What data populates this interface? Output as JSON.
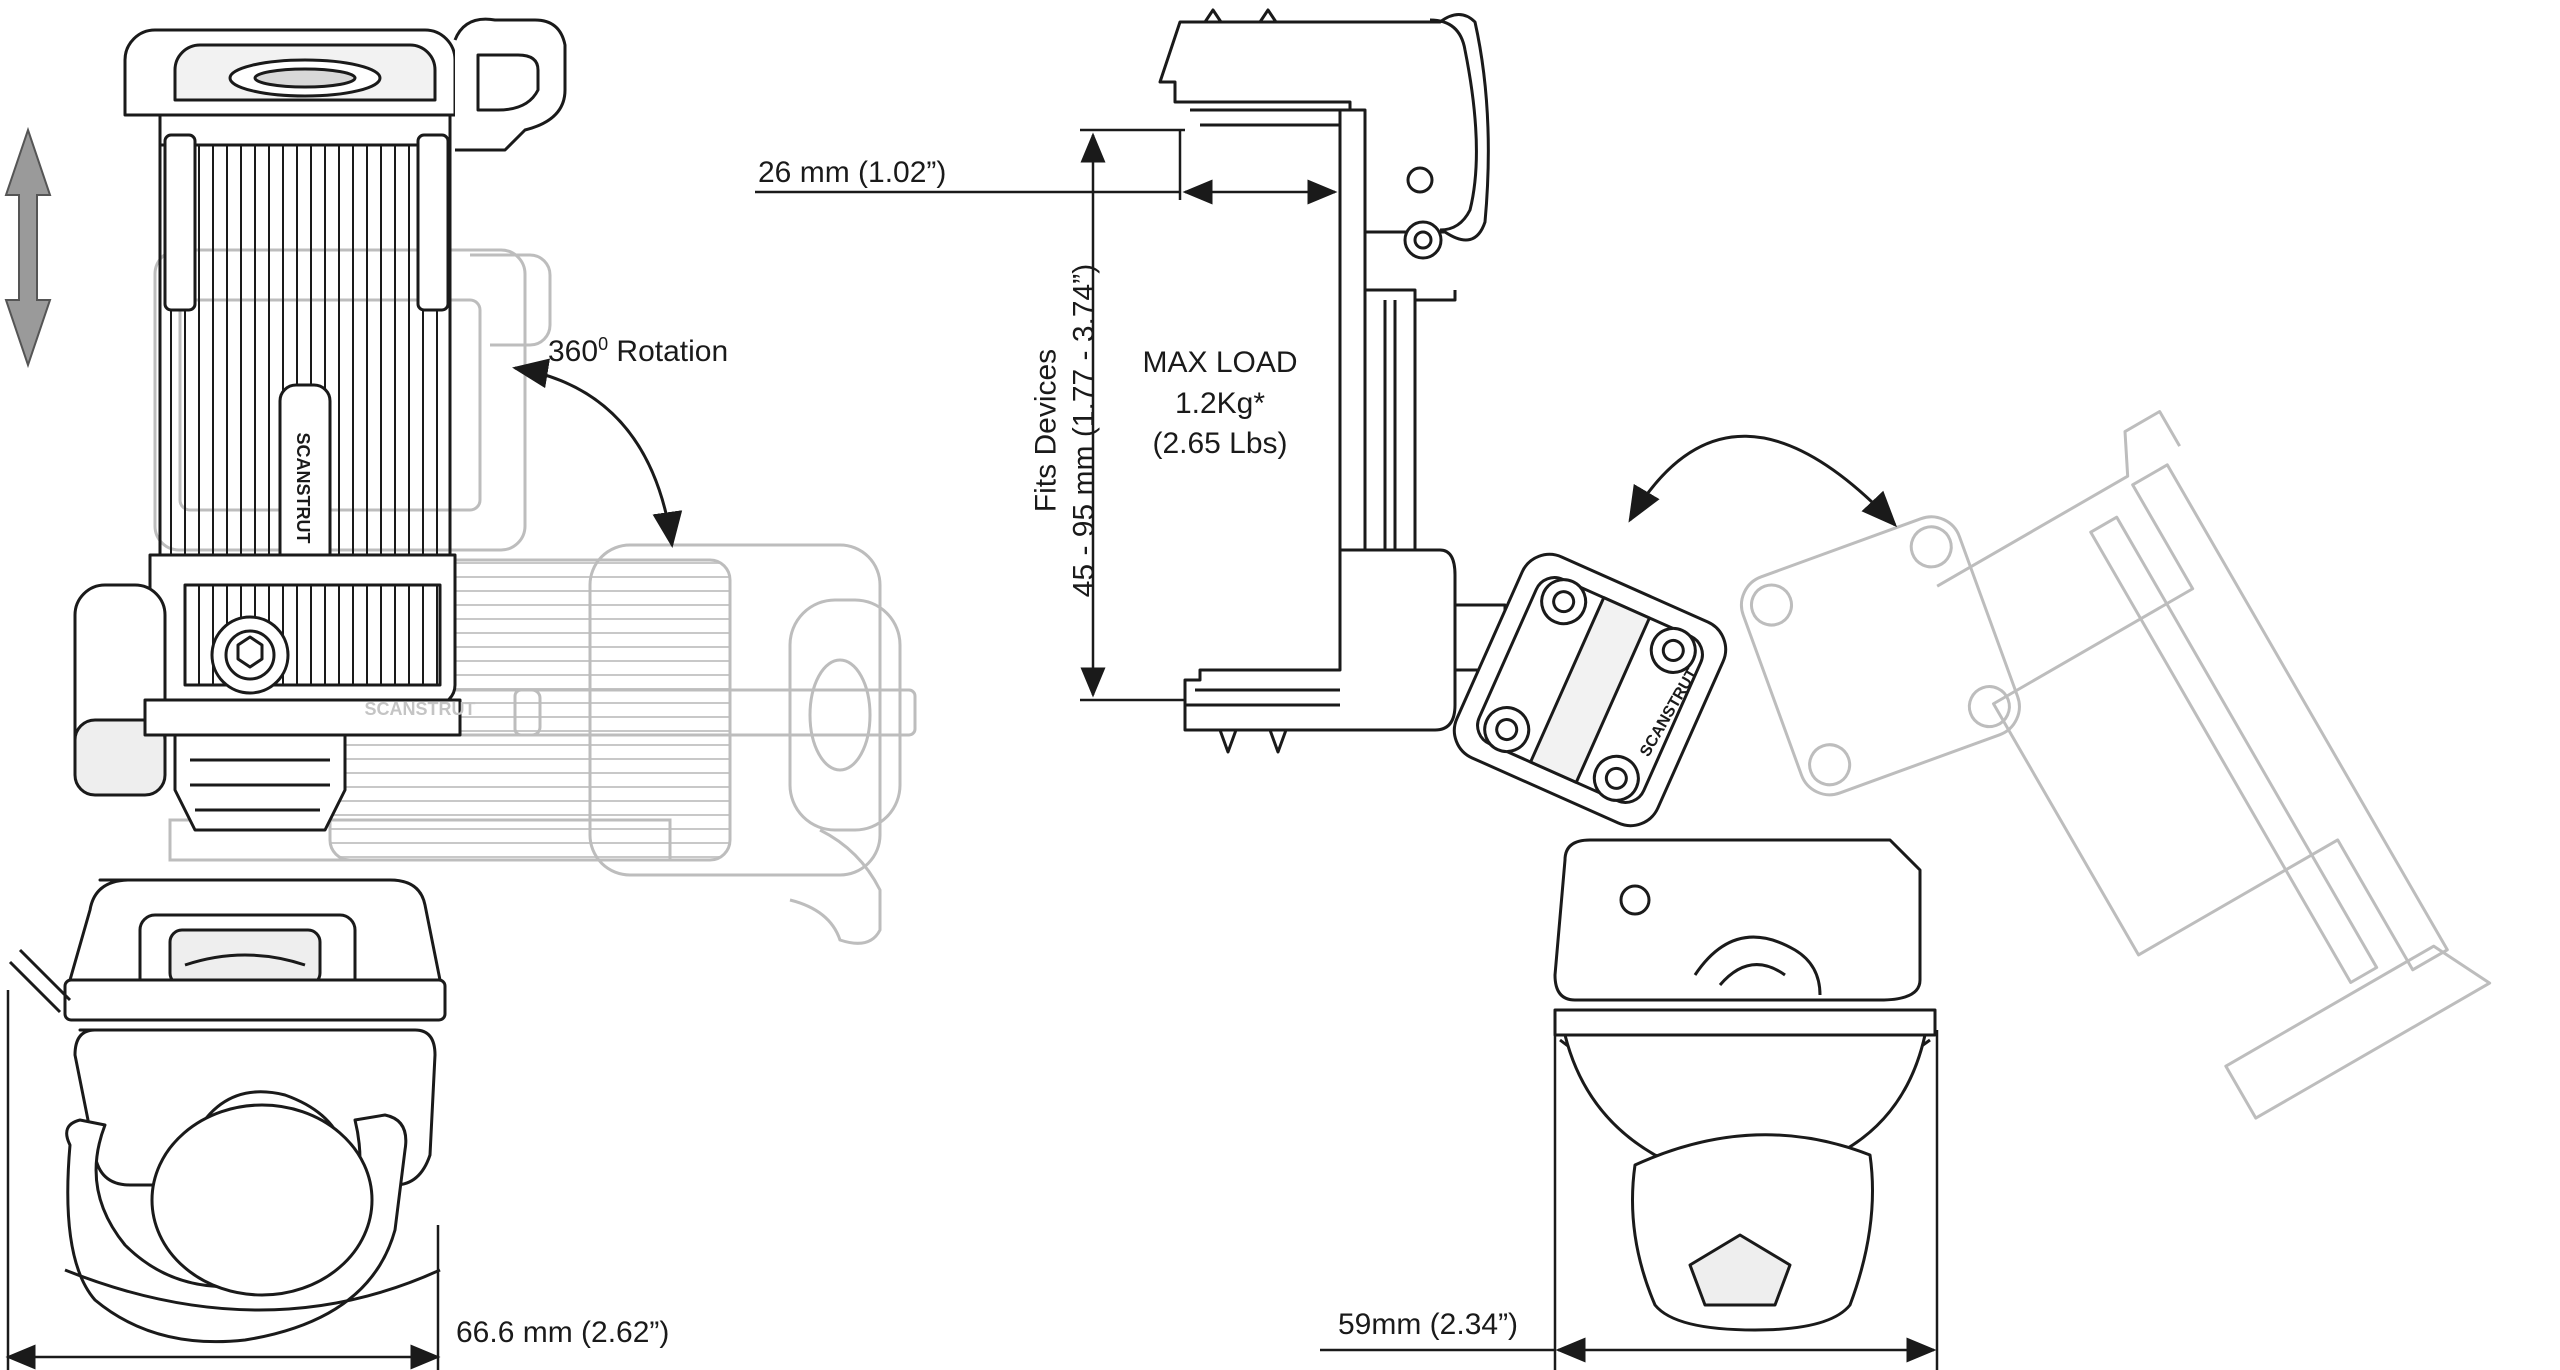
{
  "drawing": {
    "brand_mark": "SCANSTRUT",
    "labels": {
      "rotation": "360⁰ Rotation",
      "rotation_main": "360",
      "rotation_deg": "0",
      "rotation_word": " Rotation",
      "jaw_depth": "26 mm (1.02”)",
      "fits_line1": "Fits Devices",
      "fits_line2": "45 - 95 mm (1.77 - 3.74”)",
      "max_load_title": "MAX LOAD",
      "max_load_kg": "1.2Kg*",
      "max_load_lbs": "(2.65 Lbs)",
      "base_width": "66.6 mm (2.62”)",
      "clamp_width": "59mm (2.34”)"
    },
    "colors": {
      "line": "#1a1a1a",
      "ghost": "#bdbdbd",
      "arrow_fill": "#9a9a9a",
      "fill_dark": "#e6e6e6"
    }
  }
}
